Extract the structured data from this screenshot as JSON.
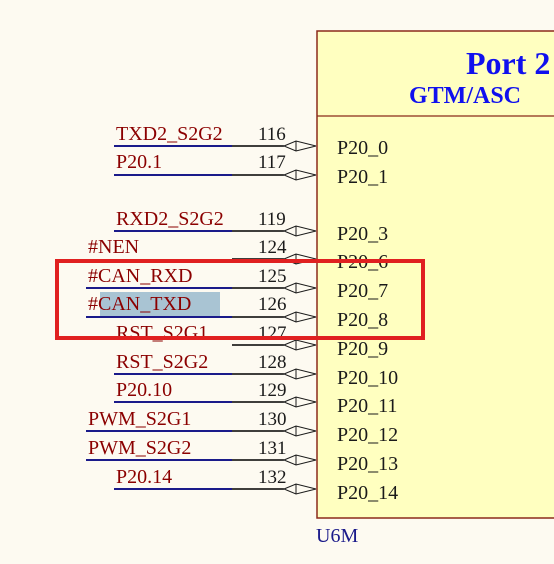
{
  "component": {
    "ref": "U6M",
    "title": "Port 2",
    "subtitle": "GTM/ASC"
  },
  "pins": [
    {
      "net": "TXD2_S2G2",
      "num": "116",
      "name": "P20_0"
    },
    {
      "net": "P20.1",
      "num": "117",
      "name": "P20_1"
    },
    {
      "net": "RXD2_S2G2",
      "num": "119",
      "name": "P20_3"
    },
    {
      "net": "#NEN",
      "num": "124",
      "name": "P20_6"
    },
    {
      "net": "#CAN_RXD",
      "num": "125",
      "name": "P20_7"
    },
    {
      "net": "#CAN_TXD",
      "num": "126",
      "name": "P20_8"
    },
    {
      "net": "RST_S2G1",
      "num": "127",
      "name": "P20_9"
    },
    {
      "net": "RST_S2G2",
      "num": "128",
      "name": "P20_10"
    },
    {
      "net": "P20.10",
      "num": "129",
      "name": "P20_11"
    },
    {
      "net": "PWM_S2G1",
      "num": "130",
      "name": "P20_12"
    },
    {
      "net": "PWM_S2G2",
      "num": "131",
      "name": "P20_13"
    },
    {
      "net": "P20.14",
      "num": "132",
      "name": "P20_14"
    }
  ],
  "colors": {
    "highlight_box": "#e02020",
    "title": "#1010ee",
    "net_label": "#8b0000",
    "component_fill": "#ffffc0"
  }
}
